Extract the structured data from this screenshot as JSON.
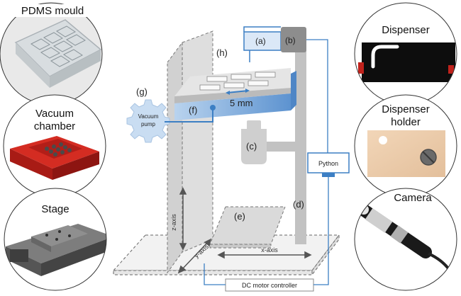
{
  "labels": {
    "a": "(a)",
    "b": "(b)",
    "c": "(c)",
    "d": "(d)",
    "e": "(e)",
    "f": "(f)",
    "g": "(g)",
    "h": "(h)"
  },
  "scale": "5 mm",
  "vacuum_pump": [
    "Vacuum",
    "pump"
  ],
  "python": "Python",
  "controller": "DC motor controller",
  "axes": {
    "z": "z-axis",
    "y": "y-axis",
    "x": "x-axis"
  },
  "insets": {
    "pdms": "PDMS mould",
    "vacuum": [
      "Vacuum",
      "chamber"
    ],
    "stage": "Stage",
    "dispenser": "Dispenser",
    "holder": [
      "Dispenser",
      "holder"
    ],
    "camera": "Camera"
  },
  "colors": {
    "accent_blue": "#3c7fc4",
    "stage_gray": "#cfcfcf",
    "vacuum_chamber_red": "#c0221c"
  }
}
